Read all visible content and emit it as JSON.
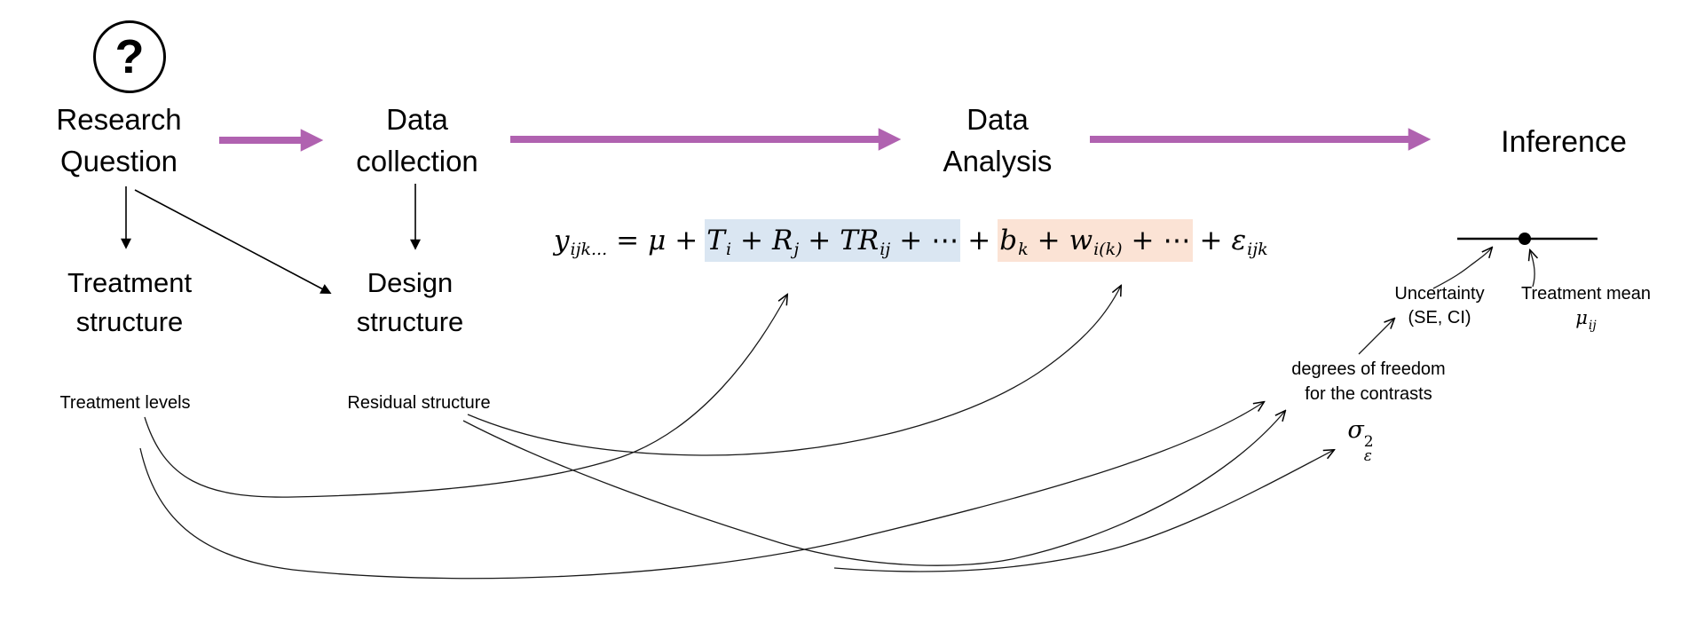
{
  "flow": {
    "question_mark": "?",
    "research_question": {
      "line1": "Research",
      "line2": "Question"
    },
    "data_collection": {
      "line1": "Data",
      "line2": "collection"
    },
    "data_analysis": {
      "line1": "Data",
      "line2": "Analysis"
    },
    "inference": {
      "label": "Inference"
    }
  },
  "structures": {
    "treatment_structure": {
      "line1": "Treatment",
      "line2": "structure"
    },
    "design_structure": {
      "line1": "Design",
      "line2": "structure"
    },
    "treatment_levels": "Treatment levels",
    "residual_structure": "Residual structure"
  },
  "equation": {
    "parts": [
      {
        "base": "y",
        "sub": "ijk...",
        "op": false,
        "hl": "none"
      },
      {
        "base": "=",
        "op": true,
        "hl": "none"
      },
      {
        "base": "μ",
        "op": false,
        "hl": "none"
      },
      {
        "base": "+",
        "op": true,
        "hl": "none"
      },
      {
        "base": "T",
        "sub": "i",
        "op": false,
        "hl": "blue"
      },
      {
        "base": "+",
        "op": true,
        "hl": "blue"
      },
      {
        "base": "R",
        "sub": "j",
        "op": false,
        "hl": "blue"
      },
      {
        "base": "+",
        "op": true,
        "hl": "blue"
      },
      {
        "base": "TR",
        "sub": "ij",
        "op": false,
        "hl": "blue"
      },
      {
        "base": "+",
        "op": true,
        "hl": "blue"
      },
      {
        "base": "⋯",
        "op": false,
        "hl": "blue"
      },
      {
        "base": "+",
        "op": true,
        "hl": "none"
      },
      {
        "base": "b",
        "sub": "k",
        "op": false,
        "hl": "orange"
      },
      {
        "base": "+",
        "op": true,
        "hl": "orange"
      },
      {
        "base": "w",
        "sub": "i(k)",
        "op": false,
        "hl": "orange"
      },
      {
        "base": "+",
        "op": true,
        "hl": "orange"
      },
      {
        "base": "⋯",
        "op": false,
        "hl": "orange"
      },
      {
        "base": "+",
        "op": true,
        "hl": "none"
      },
      {
        "base": "ε",
        "sub": "ijk",
        "op": false,
        "hl": "none"
      }
    ]
  },
  "inference_detail": {
    "uncertainty_line1": "Uncertainty",
    "uncertainty_line2": "(SE, CI)",
    "treatment_mean_line1": "Treatment mean",
    "treatment_mean_symbol": {
      "base": "μ",
      "sub": "ij"
    },
    "dof_line1": "degrees of freedom",
    "dof_line2": "for the contrasts",
    "sigma_symbol": {
      "base": "σ",
      "sup": "2",
      "sub": "ε"
    }
  },
  "colors": {
    "arrow_purple": "#B062B0",
    "highlight_blue": "#DAE6F2",
    "highlight_orange": "#FBE3D5",
    "ink": "#000000"
  }
}
